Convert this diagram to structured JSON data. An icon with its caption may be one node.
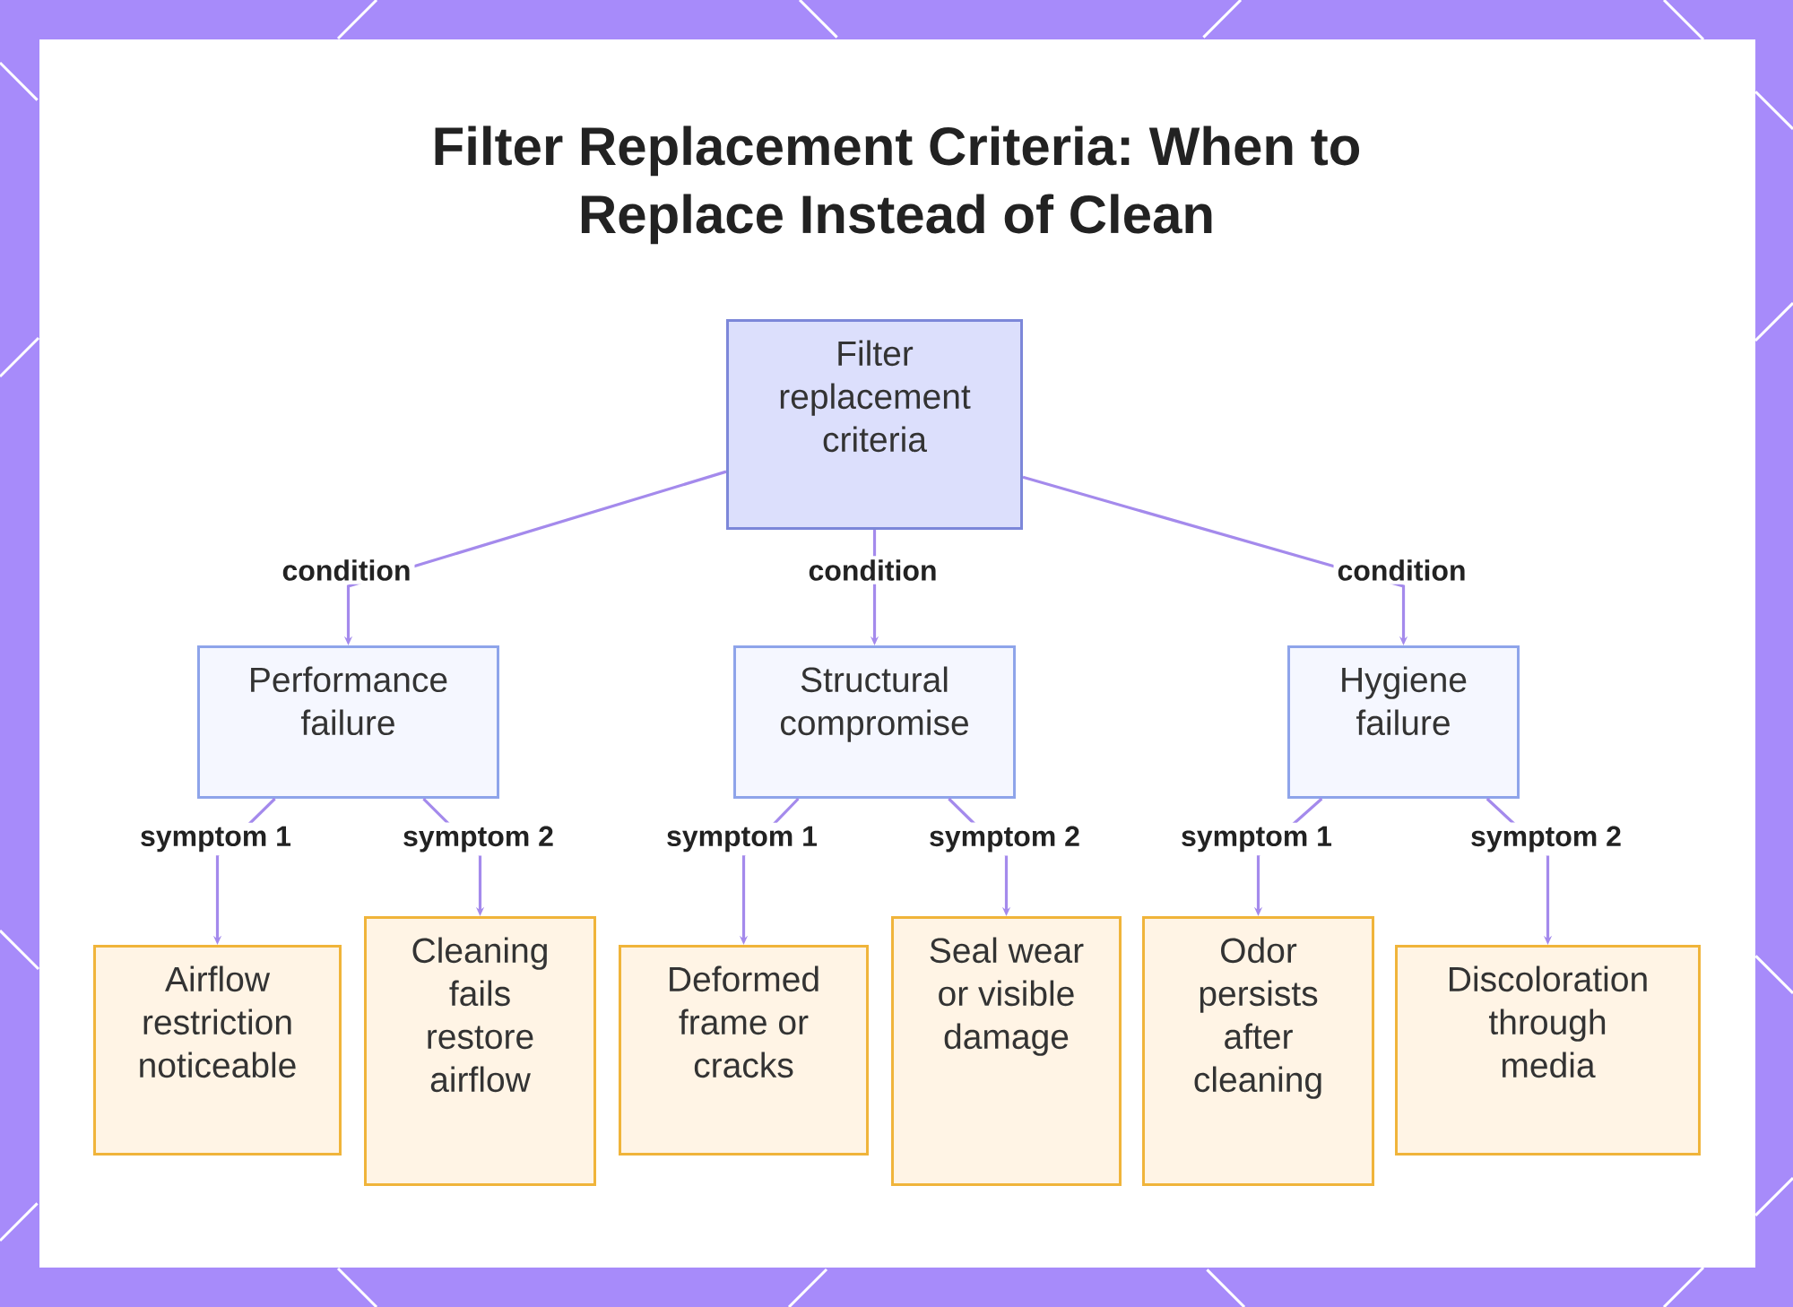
{
  "diagram": {
    "title": "Filter Replacement Criteria: When to Replace Instead of Clean",
    "nodes": [
      {
        "text": [
          "Filter replacement criteria"
        ]
      },
      {
        "text": [
          "Performance failure"
        ]
      },
      {
        "text": [
          "Structural compromise"
        ]
      },
      {
        "text": [
          "Hygiene failure"
        ]
      },
      {
        "text": [
          "Airflow restriction noticeable"
        ]
      },
      {
        "text": [
          "Cleaning fails restore airflow"
        ]
      },
      {
        "text": [
          "Deformed frame or cracks"
        ]
      },
      {
        "text": [
          "Seal wear or visible damage"
        ]
      },
      {
        "text": [
          "Odor persists after cleaning"
        ]
      },
      {
        "text": [
          "Discoloration through media"
        ]
      }
    ],
    "edges": [
      {
        "from": 0,
        "to": 1,
        "arrow": "to",
        "label": "condition"
      },
      {
        "from": 0,
        "to": 2,
        "arrow": "to",
        "label": "condition"
      },
      {
        "from": 0,
        "to": 3,
        "arrow": "to",
        "label": "condition"
      },
      {
        "from": 1,
        "to": 4,
        "arrow": "to",
        "label": "symptom 1"
      },
      {
        "from": 1,
        "to": 5,
        "arrow": "to",
        "label": "symptom 2"
      },
      {
        "from": 2,
        "to": 6,
        "arrow": "to",
        "label": "symptom 1"
      },
      {
        "from": 2,
        "to": 7,
        "arrow": "to",
        "label": "symptom 2"
      },
      {
        "from": 3,
        "to": 8,
        "arrow": "to",
        "label": "symptom 1"
      },
      {
        "from": 3,
        "to": 9,
        "arrow": "to",
        "label": "symptom 2"
      }
    ]
  }
}
